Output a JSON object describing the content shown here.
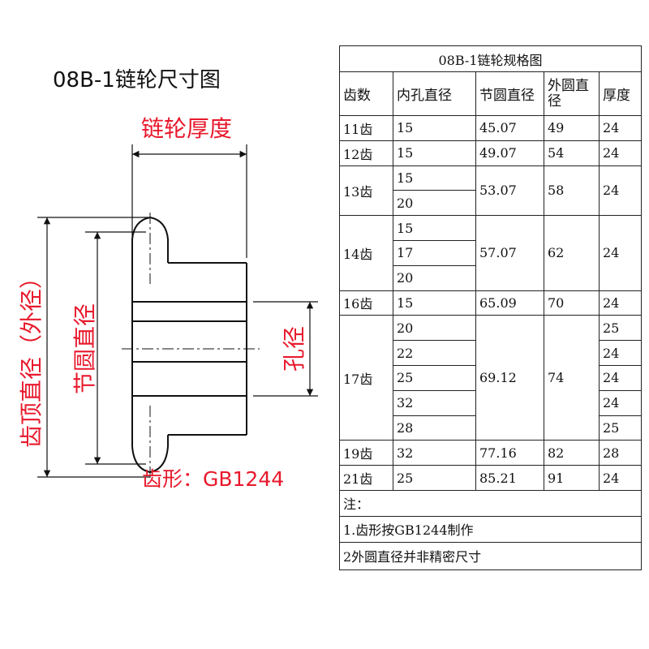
{
  "drawing": {
    "title": "08B-1链轮尺寸图",
    "thickness_label": "链轮厚度",
    "outer_diameter_label": "齿顶直径（外径）",
    "pitch_diameter_label": "节圆直径",
    "bore_label": "孔径",
    "tooth_form_label": "齿形：GB1244",
    "colors": {
      "annotation": "#e8192c",
      "line": "#111111"
    }
  },
  "spec_table": {
    "title": "08B-1链轮规格图",
    "headers": {
      "teeth": "齿数",
      "bore": "内孔直径",
      "pitch": "节圆直径",
      "outer": "外圆直径",
      "thickness": "厚度"
    },
    "rows": [
      {
        "teeth": "11齿",
        "bore": "15",
        "pitch": "45.07",
        "outer": "49",
        "thickness": "24"
      },
      {
        "teeth": "12齿",
        "bore": "15",
        "pitch": "49.07",
        "outer": "54",
        "thickness": "24"
      },
      {
        "teeth": "13齿",
        "bore": "15",
        "pitch": "53.07",
        "outer": "58",
        "thickness": "24"
      },
      {
        "bore": "20"
      },
      {
        "teeth": "14齿",
        "bore": "15",
        "pitch": "57.07",
        "outer": "62",
        "thickness": "24"
      },
      {
        "bore": "17"
      },
      {
        "bore": "20"
      },
      {
        "teeth": "16齿",
        "bore": "15",
        "pitch": "65.09",
        "outer": "70",
        "thickness": "24"
      },
      {
        "teeth": "17齿",
        "bore": "20",
        "pitch": "69.12",
        "outer": "74",
        "thickness": "25"
      },
      {
        "bore": "22",
        "thickness": "24"
      },
      {
        "bore": "25",
        "thickness": "24"
      },
      {
        "bore": "32",
        "thickness": "24"
      },
      {
        "bore": "28",
        "thickness": "25"
      },
      {
        "teeth": "19齿",
        "bore": "32",
        "pitch": "77.16",
        "outer": "82",
        "thickness": "28"
      },
      {
        "teeth": "21齿",
        "bore": "25",
        "pitch": "85.21",
        "outer": "91",
        "thickness": "24"
      }
    ],
    "notes": [
      "注：",
      "1.齿形按GB1244制作",
      "2外圆直径并非精密尺寸"
    ]
  }
}
